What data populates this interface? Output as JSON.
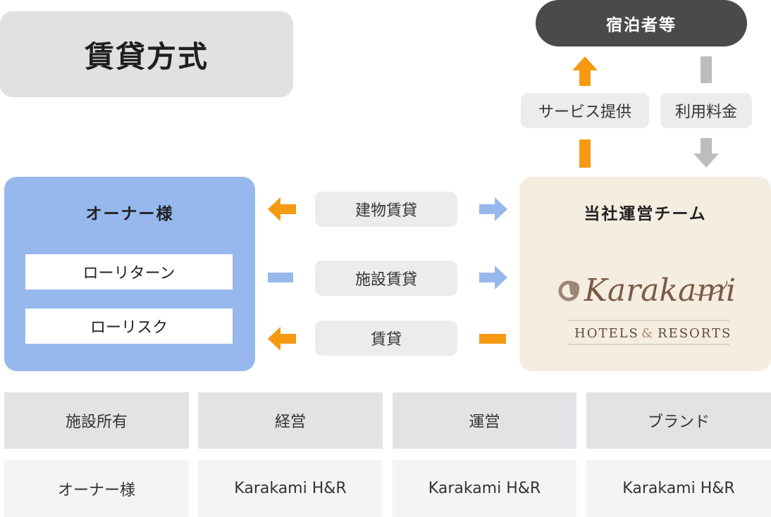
{
  "title": "賃貸方式",
  "guests": "宿泊者等",
  "labels": {
    "service": "サービス提供",
    "fee": "利用料金",
    "lease_building": "建物賃貸",
    "lease_facility": "施設賃貸",
    "lease": "賃貸"
  },
  "owner": {
    "title": "オーナー様",
    "items": [
      "ローリターン",
      "ローリスク"
    ]
  },
  "team": {
    "title": "当社運営チーム",
    "logo_name": "Karakami",
    "logo_tagline_left": "HOTELS",
    "logo_tagline_amp": "&",
    "logo_tagline_right": "RESORTS"
  },
  "table": {
    "headers": [
      "施設所有",
      "経営",
      "運営",
      "ブランド"
    ],
    "values": [
      "オーナー様",
      "Karakami H&R",
      "Karakami H&R",
      "Karakami H&R"
    ]
  },
  "colors": {
    "orange": "#f59a12",
    "blue": "#97b8ec",
    "gray_arrow": "#bdbdbd",
    "dark": "#4a4a4a",
    "logo": "#7a5a48"
  }
}
